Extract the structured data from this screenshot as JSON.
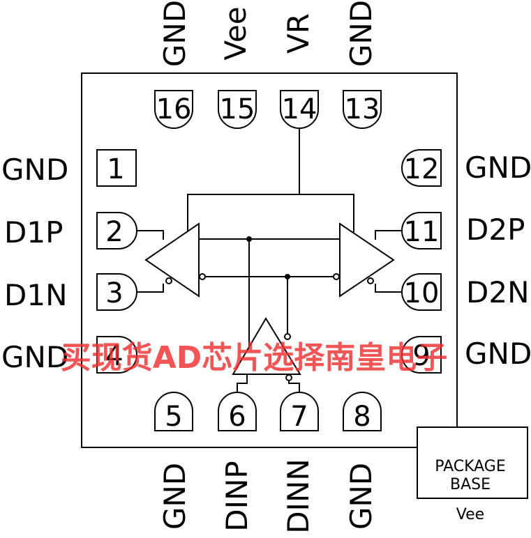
{
  "top_pins": [
    {
      "number": "16",
      "label": "GND"
    },
    {
      "number": "15",
      "label": "Vee"
    },
    {
      "number": "14",
      "label": "VR"
    },
    {
      "number": "13",
      "label": "GND"
    }
  ],
  "left_pins": [
    {
      "number": "1",
      "label": "GND"
    },
    {
      "number": "2",
      "label": "D1P"
    },
    {
      "number": "3",
      "label": "D1N"
    },
    {
      "number": "4",
      "label": "GND"
    }
  ],
  "right_pins": [
    {
      "number": "12",
      "label": "GND"
    },
    {
      "number": "11",
      "label": "D2P"
    },
    {
      "number": "10",
      "label": "D2N"
    },
    {
      "number": "9",
      "label": "GND"
    }
  ],
  "bottom_pins": [
    {
      "number": "5",
      "label": "GND"
    },
    {
      "number": "6",
      "label": "DINP"
    },
    {
      "number": "7",
      "label": "DINN"
    },
    {
      "number": "8",
      "label": "GND"
    }
  ],
  "package_base": {
    "line1": "PACKAGE",
    "line2": "BASE",
    "label": "Vee"
  },
  "watermark": "买现货AD芯片选择南皇电子"
}
